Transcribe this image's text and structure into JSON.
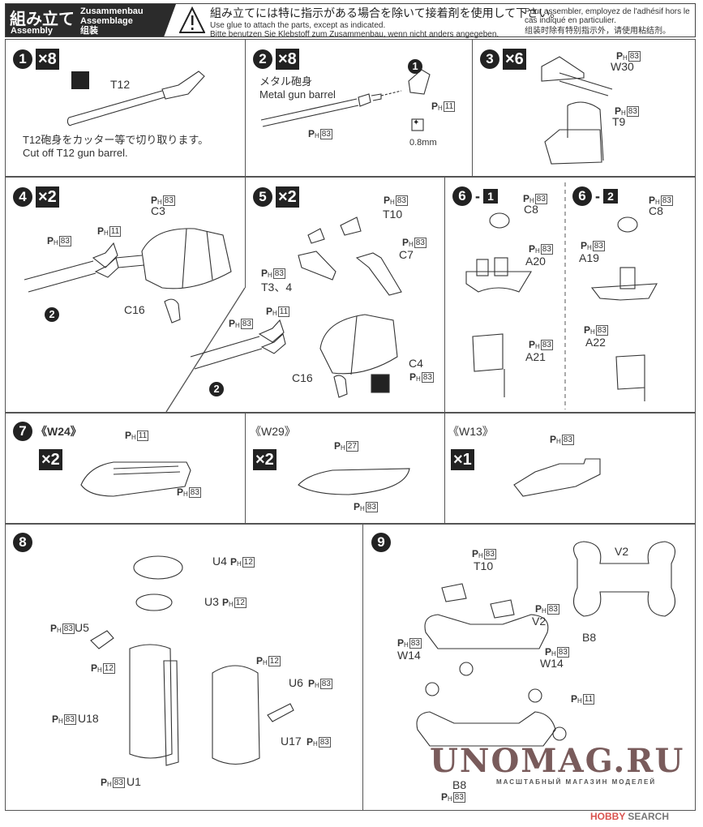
{
  "header": {
    "title_jp": "組み立て",
    "title_en": "Assembly",
    "title_de": "Zusammenbau",
    "title_fr": "Assemblage",
    "title_cn": "组装",
    "warning_icon": "warning-triangle-icon",
    "note_jp": "組み立てには特に指示がある場合を除いて接着剤を使用して下さい。",
    "note_en": "Use glue to attach the parts, except as indicated.",
    "note_de": "Bitte benutzen Sie Klebstoff zum Zusammenbau, wenn nicht anders angegeben.",
    "note_fr": "Pour assembler, employez de l'adhésif hors le cas indiqué en particulier.",
    "note_cn": "组装时除有特别指示外，请使用粘结剂。"
  },
  "paint_prefix": {
    "p": "P",
    "h": "H"
  },
  "steps": {
    "s1": {
      "num": "1",
      "mult": "×8",
      "part": "T12",
      "note_jp": "T12砲身をカッター等で切り取ります。",
      "note_en": "Cut off T12 gun barrel.",
      "icon": "cut-icon"
    },
    "s2": {
      "num": "2",
      "mult": "×8",
      "ref": "1",
      "label_jp": "メタル砲身",
      "label_en": "Metal gun barrel",
      "paint1": "11",
      "paint2": "83",
      "drill": "0.8mm",
      "icon": "drill-icon"
    },
    "s3": {
      "num": "3",
      "mult": "×6",
      "p1": "W30",
      "p2": "T9",
      "paint1": "83",
      "paint2": "83"
    },
    "s4": {
      "num": "4",
      "mult": "×2",
      "c3": "C3",
      "c16": "C16",
      "paint1": "83",
      "paint2": "11",
      "paint3": "83",
      "ref": "2"
    },
    "s5": {
      "num": "5",
      "mult": "×2",
      "t10": "T10",
      "t34": "T3、4",
      "c7": "C7",
      "c4": "C4",
      "c16": "C16",
      "paint_t10": "83",
      "paint_t34": "83",
      "paint_c7": "83",
      "paint_c4": "83",
      "paint_b1": "83",
      "paint_b2": "11",
      "ref": "2"
    },
    "s6_1": {
      "num": "6",
      "sub": "1",
      "c8": "C8",
      "a20": "A20",
      "a21": "A21",
      "paint1": "83",
      "paint2": "83",
      "paint3": "83"
    },
    "s6_2": {
      "num": "6",
      "sub": "2",
      "c8": "C8",
      "a19": "A19",
      "a22": "A22",
      "paint1": "83",
      "paint2": "83",
      "paint3": "83"
    },
    "s7": {
      "num": "7",
      "boats": [
        {
          "name": "《W24》",
          "mult": "×2",
          "paint1": "11",
          "paint2": "83"
        },
        {
          "name": "《W29》",
          "mult": "×2",
          "paint1": "27",
          "paint2": "83"
        },
        {
          "name": "《W13》",
          "mult": "×1",
          "paint1": "83"
        }
      ]
    },
    "s8": {
      "num": "8",
      "u4": "U4",
      "u3": "U3",
      "u5": "U5",
      "u6": "U6",
      "u18": "U18",
      "u17": "U17",
      "u1": "U1",
      "paint_u4": "12",
      "paint_u3": "12",
      "paint_u5": "83",
      "paint_l": "12",
      "paint_r": "12",
      "paint_u6": "83",
      "paint_u18": "83",
      "paint_u17": "83",
      "paint_u1": "83"
    },
    "s9": {
      "num": "9",
      "t10": "T10",
      "v2a": "V2",
      "v2b": "V2",
      "w14a": "W14",
      "w14b": "W14",
      "b8a": "B8",
      "b8b": "B8",
      "paint_t10": "83",
      "paint_v2": "83",
      "paint_w14a": "83",
      "paint_w14b": "83",
      "paint_11": "11",
      "paint_b8": "83"
    }
  },
  "watermark": {
    "text": "UNOMAG.RU",
    "sub": "МАСШТАБНЫЙ МАГАЗИН МОДЕЛЕЙ"
  },
  "credit": {
    "hobby": "HOBBY",
    "search": "SEARCH",
    "brand_color": "#d9534f"
  }
}
